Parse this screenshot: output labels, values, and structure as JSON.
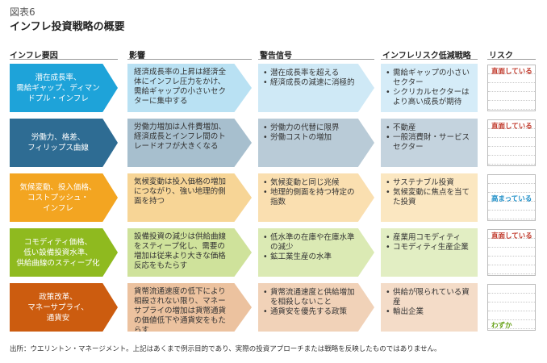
{
  "figure_label": "図表6",
  "title": "インフレ投資戦略の概要",
  "headers": [
    "インフレ要因",
    "影響",
    "警告信号",
    "インフレリスク低減戦略",
    "リスク"
  ],
  "rows": [
    {
      "factor": "潜在成長率、\n需給ギャップ、ディマン\nドプル・インフレ",
      "impact": "経済成長率の上昇は経済全体にインフレ圧力をかけ、需給ギャップの小さいセクターに集中する",
      "signals": [
        "潜在成長率を超える",
        "経済成長の減速に消極的"
      ],
      "strategies": [
        "需給ギャップの小さいセクター",
        "シクリカルセクターはより高い成長が期待"
      ],
      "risk": "直面している",
      "colors": {
        "c1": "#1ea3d9",
        "c2": "#b9e1f3",
        "c3": "#cfe9f6",
        "c4": "#d5ecf8"
      },
      "risk_color": "#c0392b",
      "risk_pos": "top"
    },
    {
      "factor": "労働力、格差、\nフィリップス曲線",
      "impact": "労働力増加は人件費増加、経済成長とインフレ間のトレードオフが大きくなる",
      "signals": [
        "労働力の代替に限界",
        "労働コストの増加"
      ],
      "strategies": [
        "不動産",
        "一般消費財・サービスセクター"
      ],
      "risk": "直面している",
      "colors": {
        "c1": "#2e6c93",
        "c2": "#a7bfce",
        "c3": "#b9cbd7",
        "c4": "#c4d3de"
      },
      "risk_color": "#c0392b",
      "risk_pos": "top"
    },
    {
      "factor": "気候変動、投入価格、\nコストプッシュ・\nインフレ",
      "impact": "気候変動は投入価格の増加につながり、強い地理的側面を持つ",
      "signals": [
        "気候変動と同じ兆候",
        "地理的側面を持つ特定の指数"
      ],
      "strategies": [
        "サステナブル投資",
        "気候変動に焦点を当てた投資"
      ],
      "risk": "高まっている",
      "colors": {
        "c1": "#f3a521",
        "c2": "#f7d596",
        "c3": "#fadfb0",
        "c4": "#fbe7c1"
      },
      "risk_color": "#1f8fc8",
      "risk_pos": "mid"
    },
    {
      "factor": "コモディティ価格、\n低い設備投資水準、\n供給曲線のスティープ化",
      "impact": "設備投資の減少は供給曲線をスティープ化し、需要の増加は従来より大きな価格反応をもたらす",
      "signals": [
        "低水準の在庫や在庫水準の減少",
        "鉱工業生産の水準"
      ],
      "strategies": [
        "産業用コモディティ",
        "コモディティ生産企業"
      ],
      "risk": "直面している",
      "colors": {
        "c1": "#8fba1f",
        "c2": "#cfe29b",
        "c3": "#dbeab4",
        "c4": "#e2eec3"
      },
      "risk_color": "#c0392b",
      "risk_pos": "top"
    },
    {
      "factor": "政策改革、\nマネーサプライ、\n通貨安",
      "impact": "貨幣流通速度の低下により相殺されない限り、マネーサプライの増加は貨幣通貨の価値低下や通貨安をもたらす",
      "signals": [
        "貨幣流通速度と供給増加を相殺しないこと",
        "通貨安を優先する政策"
      ],
      "strategies": [
        "供給が限られている資産",
        "輸出企業"
      ],
      "risk": "わずか",
      "colors": {
        "c1": "#cc5c0f",
        "c2": "#ecc29f",
        "c3": "#f1d2b8",
        "c4": "#f4dcc8"
      },
      "risk_color": "#6aa31c",
      "risk_pos": "bottom"
    }
  ],
  "footnote": "出所：ウエリントン・マネージメント。上記はあくまで例示目的であり、実際の投資アプローチまたは戦略を反映したものではありません。"
}
